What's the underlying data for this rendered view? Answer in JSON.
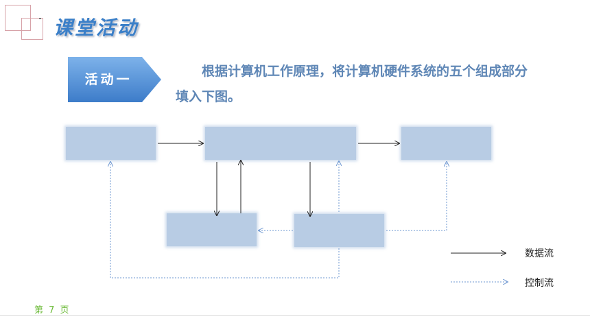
{
  "header": {
    "title": "课堂活动"
  },
  "activity": {
    "label": "活动一",
    "instruction": "根据计算机工作原理，将计算机硬件系统的五个组成部分填入下图。"
  },
  "diagram": {
    "boxes": [
      {
        "id": "box-input",
        "text": ""
      },
      {
        "id": "box-center",
        "text": ""
      },
      {
        "id": "box-output",
        "text": ""
      },
      {
        "id": "box-memory",
        "text": ""
      },
      {
        "id": "box-control",
        "text": ""
      }
    ],
    "colors": {
      "box_fill": "#b8cce4",
      "data_flow": "#222222",
      "control_flow": "#6e97d1"
    }
  },
  "legend": {
    "data_flow": "数据流",
    "control_flow": "控制流"
  },
  "footer": {
    "page": "第 7 页"
  }
}
